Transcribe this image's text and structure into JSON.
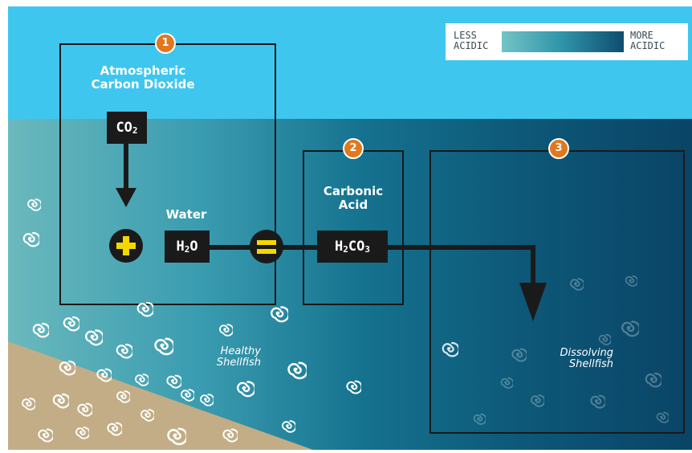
{
  "legend": {
    "less_line1": "LESS",
    "less_line2": "ACIDIC",
    "more_line1": "MORE",
    "more_line2": "ACIDIC"
  },
  "steps": {
    "step1": "1",
    "step2": "2",
    "step3": "3"
  },
  "atmospheric": {
    "line1": "Atmospheric",
    "line2": "Carbon Dioxide"
  },
  "co2": {
    "main": "CO",
    "sub": "2"
  },
  "water_label": "Water",
  "h2o": {
    "pre": "H",
    "sub": "2",
    "post": "O"
  },
  "carbonic": {
    "line1": "Carbonic",
    "line2": "Acid"
  },
  "h2co3": {
    "h": "H",
    "sub2": "2",
    "co": "CO",
    "sub3": "3"
  },
  "healthy": {
    "line1": "Healthy",
    "line2": "Shellfish"
  },
  "dissolving": {
    "line1": "Dissolving",
    "line2": "Shellfish"
  },
  "operators": {
    "plus_icon": "plus-icon",
    "equals_icon": "equals-icon"
  },
  "colors": {
    "sky": "#3fc6ee",
    "sea_light": "#6ab9bd",
    "sea_dark": "#0a4466",
    "sand": "#c2ad86",
    "step_badge": "#e0781e",
    "operator_yellow": "#f2d800",
    "box_fill": "#1a1a1a"
  }
}
